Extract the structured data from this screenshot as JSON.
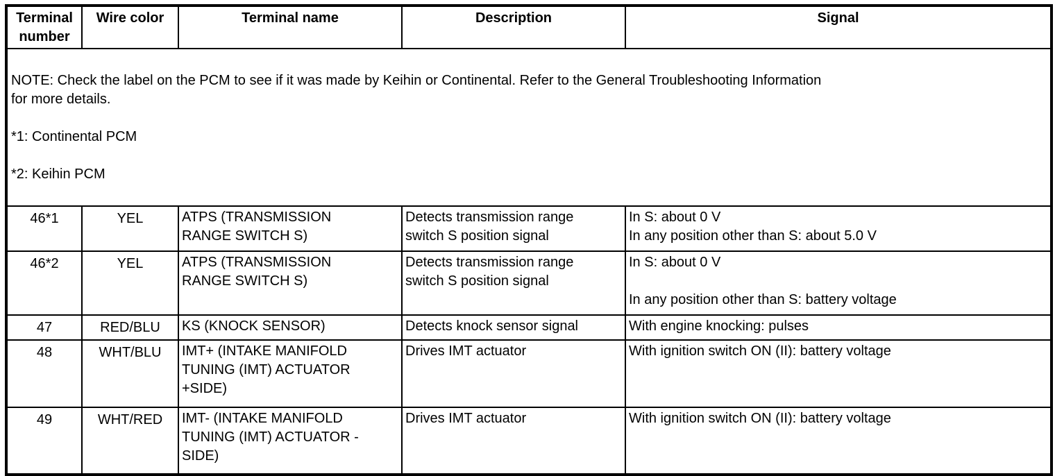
{
  "table": {
    "headers": [
      "Terminal number",
      "Wire color",
      "Terminal name",
      "Description",
      "Signal"
    ],
    "note": "NOTE: Check the label on the PCM to see if it was made by Keihin or Continental. Refer to the General Troubleshooting Information for more details.\n\n*1: Continental PCM\n\n*2: Keihin PCM",
    "rows": [
      {
        "terminal_number": "46*1",
        "wire_color": "YEL",
        "terminal_name": "ATPS (TRANSMISSION RANGE SWITCH S)",
        "description": "Detects transmission range switch S position signal",
        "signal": "In S: about 0 V\nIn any position other than S: about 5.0 V"
      },
      {
        "terminal_number": "46*2",
        "wire_color": "YEL",
        "terminal_name": "ATPS (TRANSMISSION RANGE SWITCH S)",
        "description": "Detects transmission range switch S position signal",
        "signal": "In S: about 0 V\n\nIn any position other than S: battery voltage"
      },
      {
        "terminal_number": "47",
        "wire_color": "RED/BLU",
        "terminal_name": "KS (KNOCK SENSOR)",
        "description": "Detects knock sensor signal",
        "signal": "With engine knocking: pulses"
      },
      {
        "terminal_number": "48",
        "wire_color": "WHT/BLU",
        "terminal_name": "IMT+ (INTAKE MANIFOLD TUNING (IMT) ACTUATOR +SIDE)",
        "description": "Drives IMT actuator",
        "signal": "With ignition switch ON (II): battery voltage"
      },
      {
        "terminal_number": "49",
        "wire_color": "WHT/RED",
        "terminal_name": "IMT- (INTAKE MANIFOLD TUNING (IMT) ACTUATOR -SIDE)",
        "description": "Drives IMT actuator",
        "signal": "With ignition switch ON (II): battery voltage"
      }
    ]
  }
}
